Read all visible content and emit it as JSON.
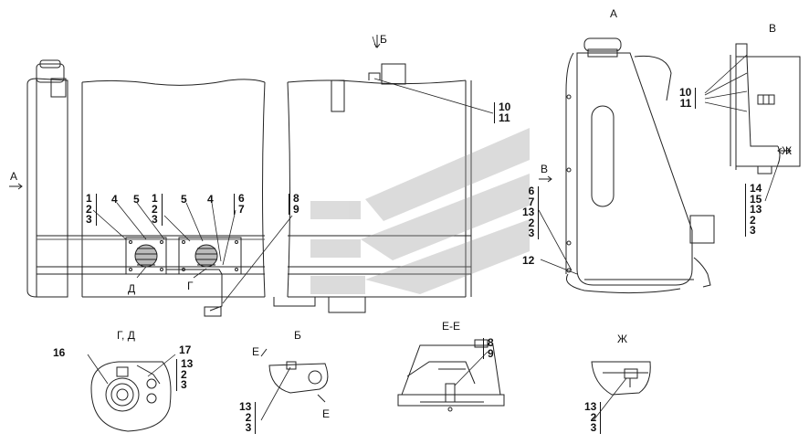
{
  "views": {
    "view_a": "А",
    "view_v": "В",
    "view_b_arrow": "Б",
    "view_a_arrow": "А",
    "view_v_arrow": "В",
    "section_gd": "Г, Д",
    "section_b": "Б",
    "section_ee": "Е-Е",
    "section_zh": "Ж",
    "zh_marker": "Ж",
    "e_marker_top": "Е",
    "e_marker_bottom": "Е",
    "g_marker": "Г",
    "d_marker": "Д"
  },
  "callouts": {
    "tank_top_right": [
      "10",
      "11"
    ],
    "tank_left_group1": [
      "1",
      "2",
      "3"
    ],
    "tank_left_4": "4",
    "tank_left_5": "5",
    "tank_left_group2": [
      "1",
      "2",
      "3"
    ],
    "tank_mid_5": "5",
    "tank_mid_4": "4",
    "tank_group_67": [
      "6",
      "7"
    ],
    "tank_group_89": [
      "8",
      "9"
    ],
    "view_a_group": [
      "6",
      "7",
      "13",
      "2",
      "3"
    ],
    "view_a_12": "12",
    "view_v_group_top": [
      "10",
      "11"
    ],
    "view_v_group_bottom": [
      "14",
      "15",
      "13",
      "2",
      "3"
    ],
    "gd_16": "16",
    "gd_17": "17",
    "gd_group": [
      "13",
      "2",
      "3"
    ],
    "b_group": [
      "13",
      "2",
      "3"
    ],
    "ee_group": [
      "8",
      "9"
    ],
    "zh_group": [
      "13",
      "2",
      "3"
    ]
  }
}
